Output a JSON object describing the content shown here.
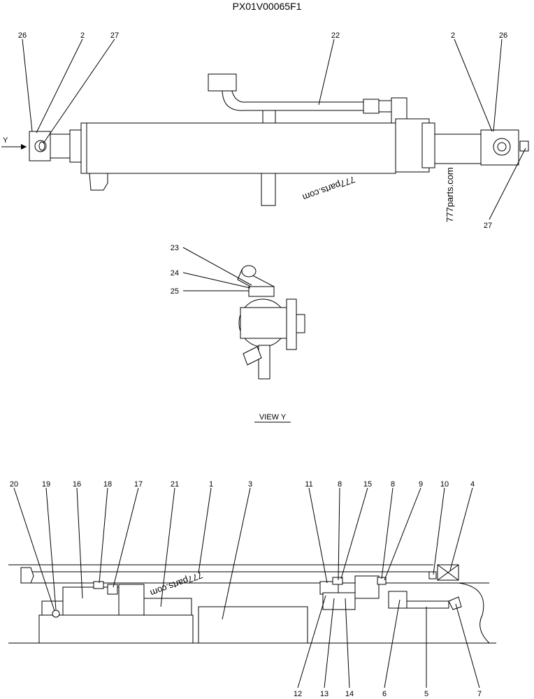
{
  "title": "PX01V00065F1",
  "view_label": "VIEW   Y",
  "arrow_label": "Y",
  "watermarks": [
    "777parts.com",
    "777parts.com",
    "777parts.com"
  ],
  "top_callouts": [
    "26",
    "2",
    "27",
    "22",
    "2",
    "26",
    "27"
  ],
  "view_callouts": [
    "23",
    "24",
    "25"
  ],
  "section_callouts_top": [
    "20",
    "19",
    "16",
    "18",
    "17",
    "21",
    "1",
    "3",
    "11",
    "8",
    "15",
    "8",
    "9",
    "10",
    "4"
  ],
  "section_callouts_bottom": [
    "12",
    "13",
    "14",
    "6",
    "5",
    "7"
  ]
}
